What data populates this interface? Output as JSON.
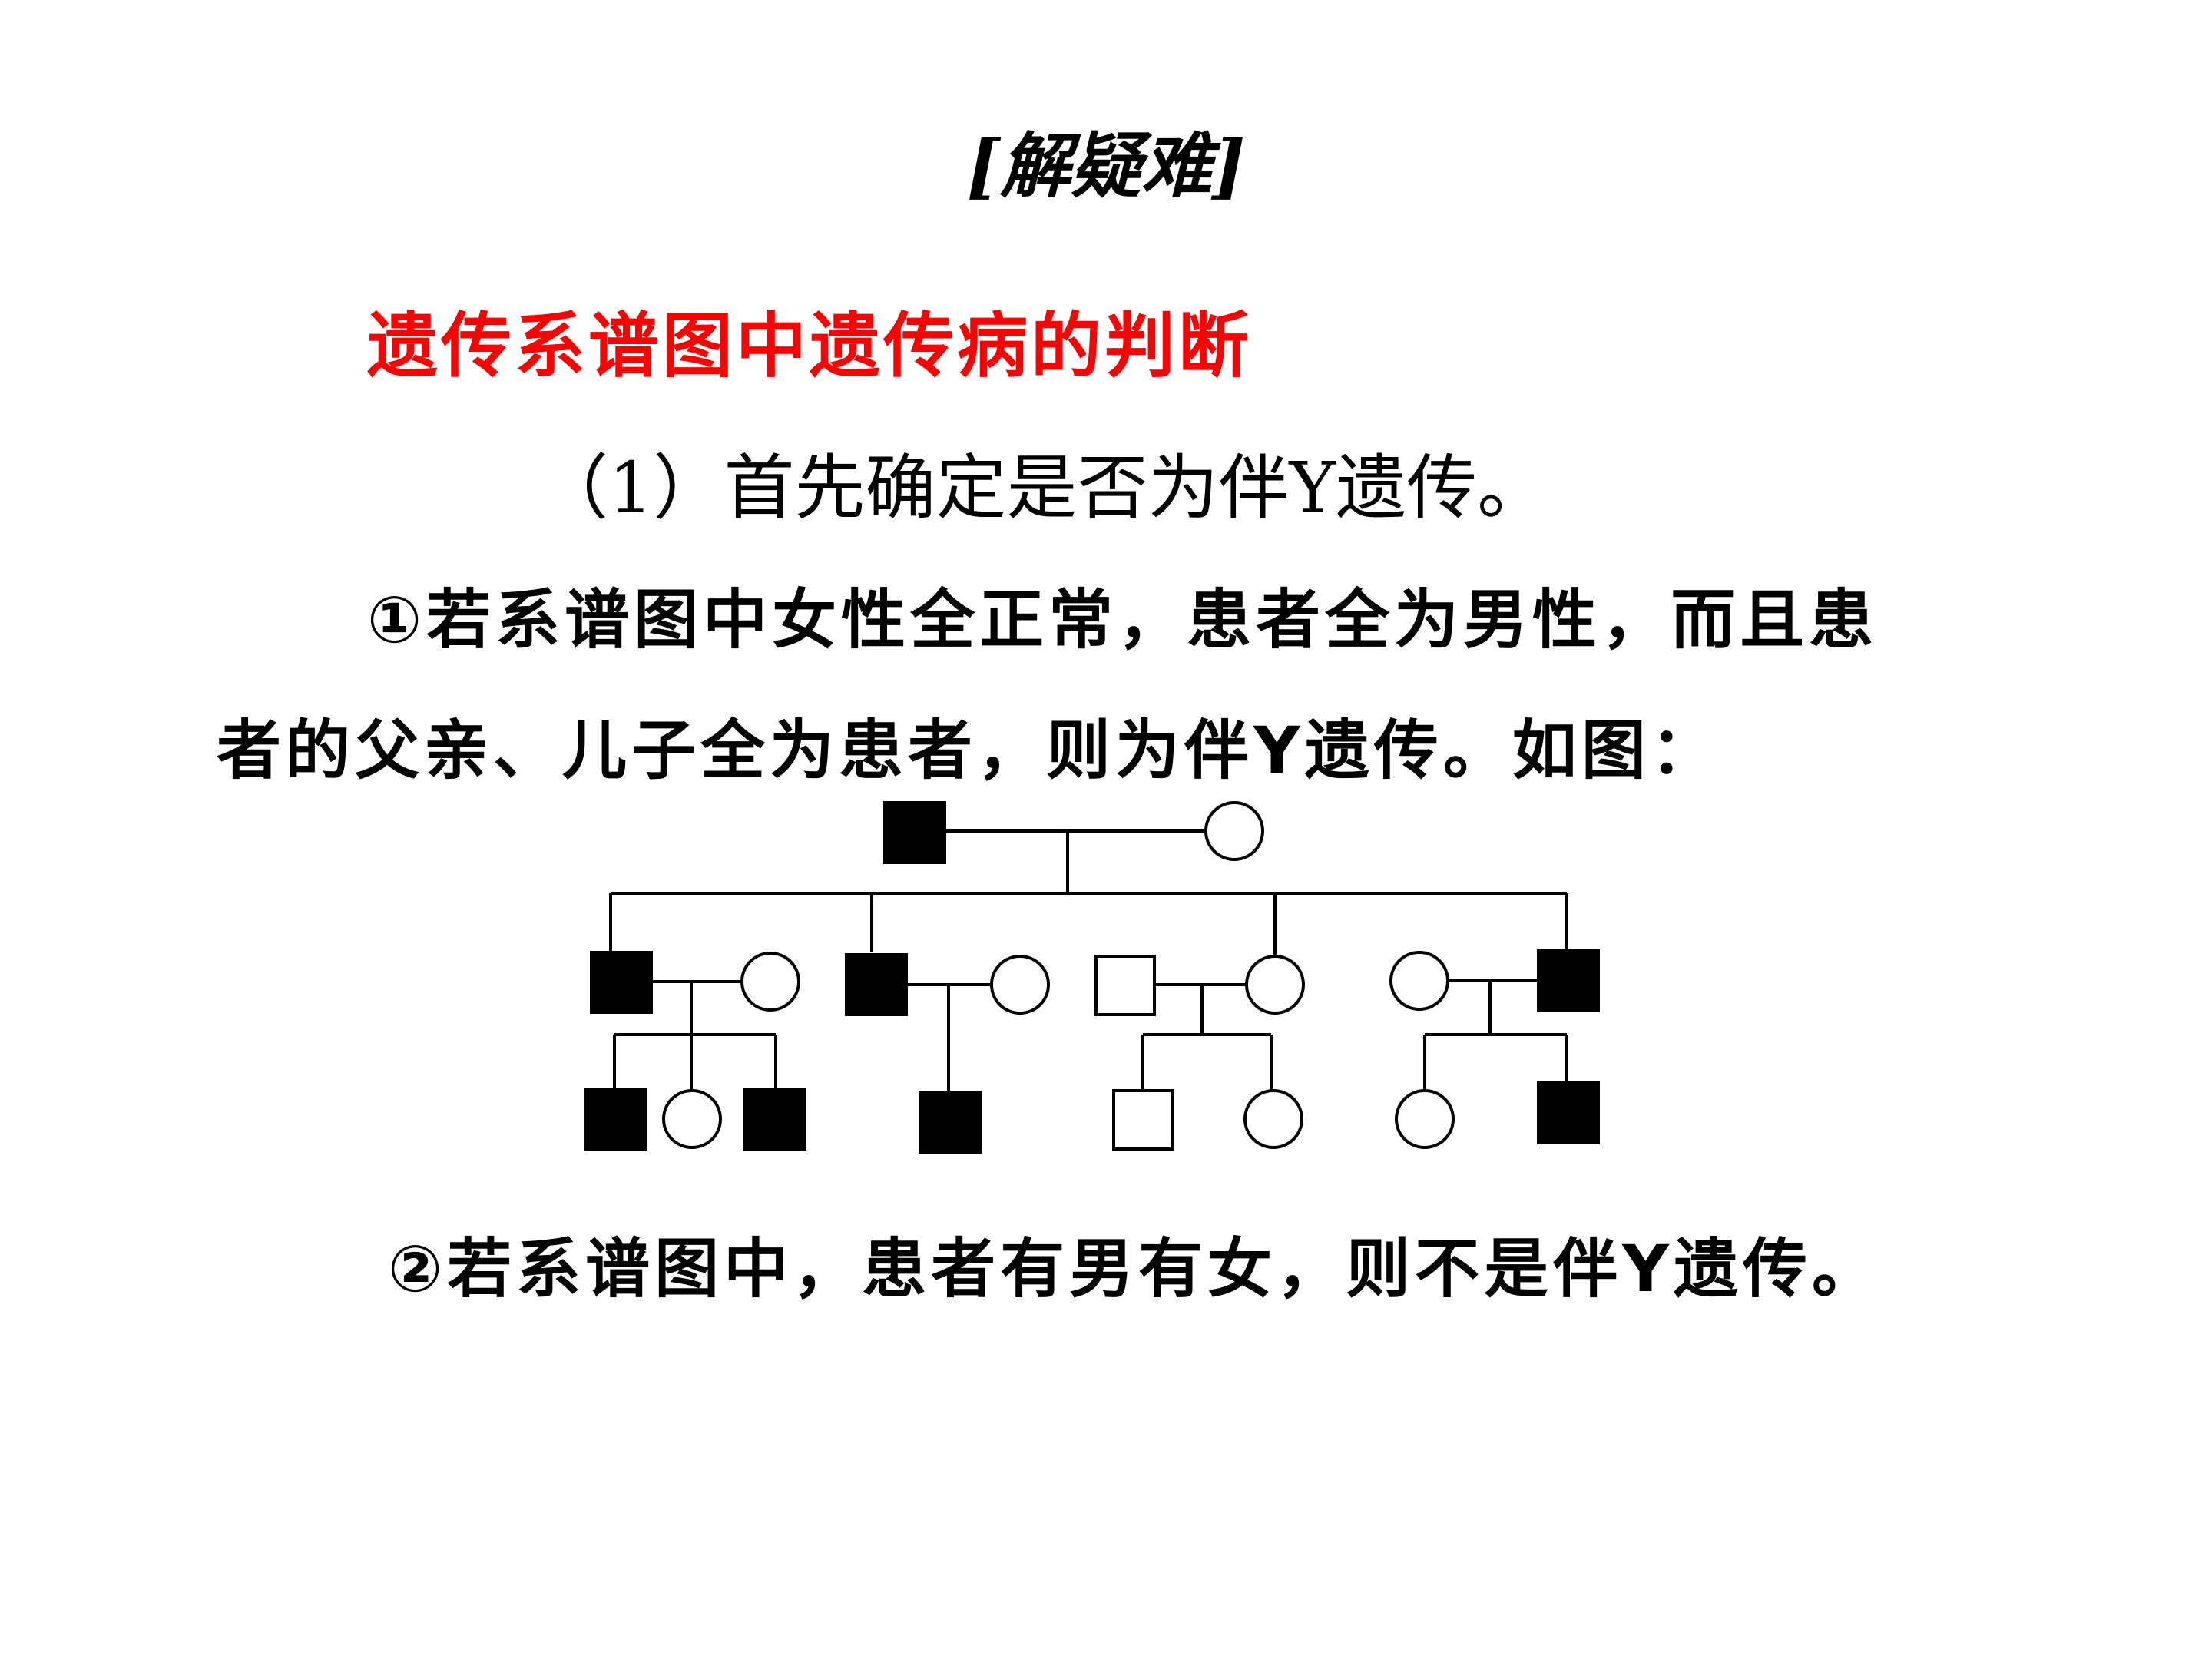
{
  "title": "[解疑难]",
  "subtitle": "遗传系谱图中遗传病的判断",
  "step1": "（1）首先确定是否为伴Y遗传。",
  "rule1_line1": "①若系谱图中女性全正常，患者全为男性，而且患",
  "rule1_line2": "者的父亲、儿子全为患者，则为伴Y遗传。如图：",
  "rule2": "②若系谱图中，患者有男有女，则不是伴Y遗传。",
  "pedigree": {
    "generation1": [
      {
        "sex": "male",
        "affected": true
      },
      {
        "sex": "female",
        "affected": false
      }
    ],
    "generation2_couples": [
      {
        "husband": {
          "affected": true
        },
        "wife": {
          "affected": false
        },
        "children": [
          {
            "sex": "male",
            "affected": true
          },
          {
            "sex": "female",
            "affected": false
          },
          {
            "sex": "male",
            "affected": true
          }
        ]
      },
      {
        "husband": {
          "affected": true
        },
        "wife": {
          "affected": false
        },
        "children": [
          {
            "sex": "male",
            "affected": true
          }
        ]
      },
      {
        "husband": {
          "affected": false
        },
        "wife": {
          "affected": false
        },
        "children": [
          {
            "sex": "male",
            "affected": false
          },
          {
            "sex": "female",
            "affected": false
          }
        ]
      },
      {
        "husband": {
          "affected": true
        },
        "wife": {
          "affected": false
        },
        "children": [
          {
            "sex": "female",
            "affected": false
          },
          {
            "sex": "male",
            "affected": true
          }
        ]
      }
    ]
  }
}
